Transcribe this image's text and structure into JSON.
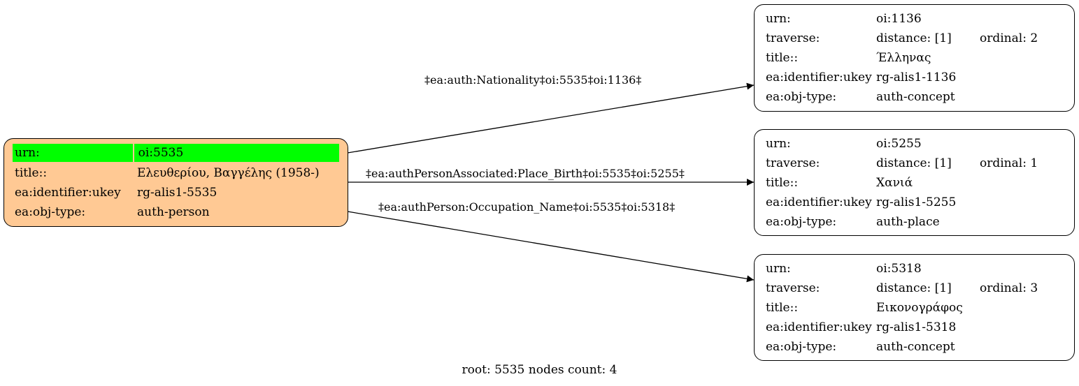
{
  "root_node": {
    "rows": [
      {
        "key": "urn:",
        "value": "oi:5535"
      },
      {
        "key": "title::",
        "value": "Ελευθερίου, Βαγγέλης (1958-)"
      },
      {
        "key": "ea:identifier:ukey",
        "value": "rg-alis1-5535"
      },
      {
        "key": "ea:obj-type:",
        "value": "auth-person"
      }
    ],
    "fill": "#ffc994",
    "highlight": "#00ff00"
  },
  "nodes": [
    {
      "urn_key": "urn:",
      "urn": "oi:1136",
      "traverse_key": "traverse:",
      "distance": "distance: [1]",
      "ordinal": "ordinal: 2",
      "title_key": "title::",
      "title": "Έλληνας",
      "ukey_key": "ea:identifier:ukey",
      "ukey": "rg-alis1-1136",
      "type_key": "ea:obj-type:",
      "type": "auth-concept"
    },
    {
      "urn_key": "urn:",
      "urn": "oi:5255",
      "traverse_key": "traverse:",
      "distance": "distance: [1]",
      "ordinal": "ordinal: 1",
      "title_key": "title::",
      "title": "Χανιά",
      "ukey_key": "ea:identifier:ukey",
      "ukey": "rg-alis1-5255",
      "type_key": "ea:obj-type:",
      "type": "auth-place"
    },
    {
      "urn_key": "urn:",
      "urn": "oi:5318",
      "traverse_key": "traverse:",
      "distance": "distance: [1]",
      "ordinal": "ordinal: 3",
      "title_key": "title::",
      "title": "Εικονογράφος",
      "ukey_key": "ea:identifier:ukey",
      "ukey": "rg-alis1-5318",
      "type_key": "ea:obj-type:",
      "type": "auth-concept"
    }
  ],
  "edges": [
    {
      "label": "‡ea:auth:Nationality‡oi:5535‡oi:1136‡"
    },
    {
      "label": "‡ea:authPersonAssociated:Place_Birth‡oi:5535‡oi:5255‡"
    },
    {
      "label": "‡ea:authPerson:Occupation_Name‡oi:5535‡oi:5318‡"
    }
  ],
  "footer": "root: 5535 nodes count: 4"
}
